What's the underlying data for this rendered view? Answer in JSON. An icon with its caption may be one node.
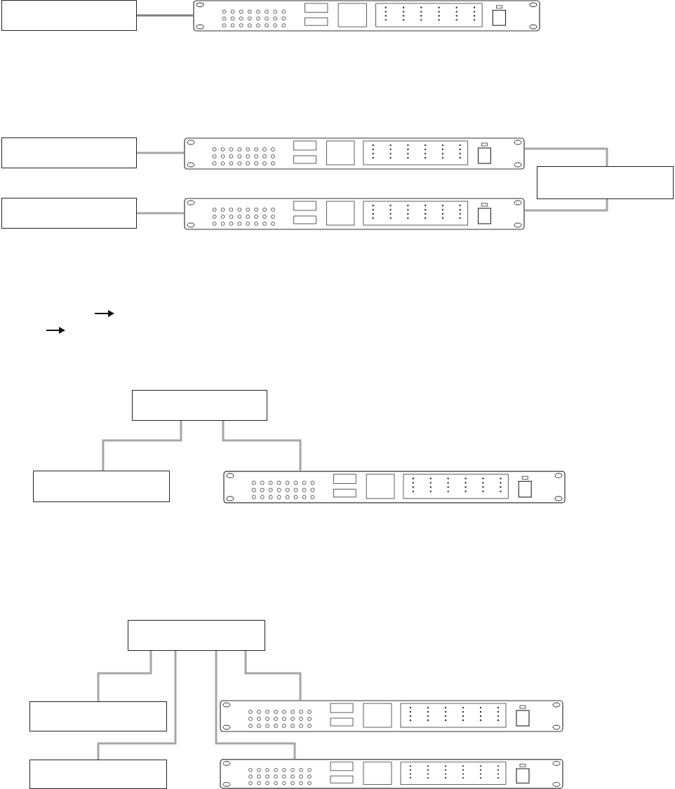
{
  "diagram": {
    "nodes": [
      {
        "text": [],
        "shape": "box"
      },
      {
        "text": [],
        "shape": "picture"
      },
      {
        "text": [],
        "shape": "box"
      },
      {
        "text": [],
        "shape": "picture"
      },
      {
        "text": [],
        "shape": "box"
      },
      {
        "text": [],
        "shape": "box"
      },
      {
        "text": [],
        "shape": "picture"
      },
      {
        "text": [],
        "shape": "box"
      },
      {
        "text": [],
        "shape": "box"
      },
      {
        "text": [],
        "shape": "picture"
      },
      {
        "text": [],
        "shape": "box"
      },
      {
        "text": [],
        "shape": "box"
      },
      {
        "text": [],
        "shape": "picture"
      },
      {
        "text": [],
        "shape": "box"
      },
      {
        "text": [],
        "shape": "picture"
      }
    ],
    "edges": [
      {
        "from": 0,
        "to": 1,
        "arrow": "none",
        "color": "#7f7f7f"
      },
      {
        "from": 2,
        "to": 3,
        "arrow": "none"
      },
      {
        "from": 3,
        "to": 4,
        "arrow": "none"
      },
      {
        "from": 5,
        "to": 6,
        "arrow": "none"
      },
      {
        "from": 6,
        "to": 4,
        "arrow": "none"
      },
      {
        "from": 7,
        "to": 8,
        "arrow": "none"
      },
      {
        "from": 7,
        "to": 9,
        "arrow": "none"
      },
      {
        "from": 10,
        "to": 11,
        "arrow": "none"
      },
      {
        "from": 10,
        "to": 12,
        "arrow": "none"
      },
      {
        "from": 10,
        "to": 13,
        "arrow": "none"
      },
      {
        "from": 10,
        "to": 14,
        "arrow": "none"
      }
    ]
  }
}
